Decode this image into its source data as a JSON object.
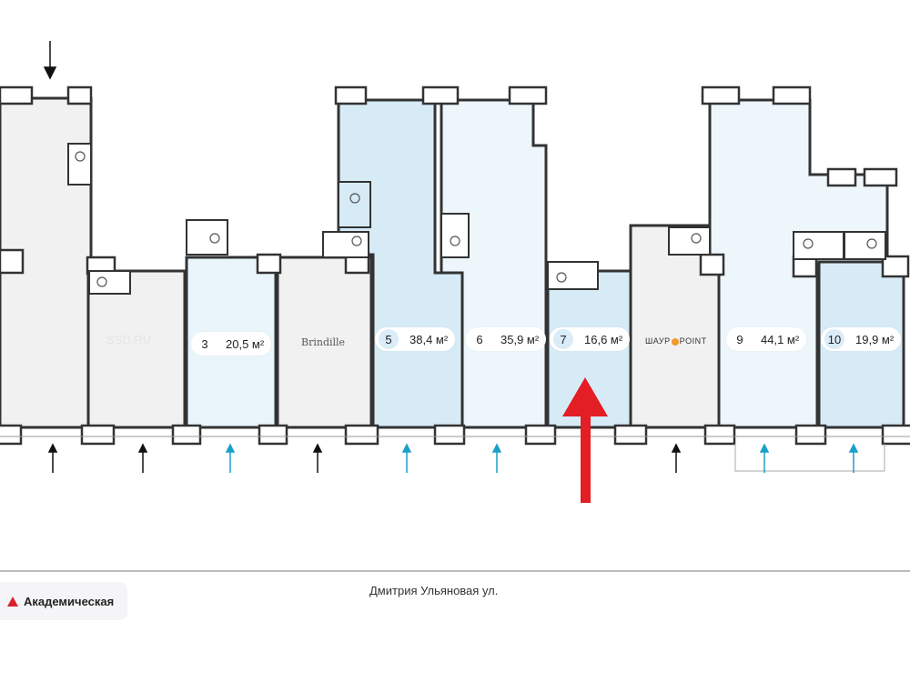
{
  "rooms": [
    {
      "number": "3",
      "area": "20,5 м²",
      "highlight": false
    },
    {
      "number": "5",
      "area": "38,4 м²",
      "highlight": true
    },
    {
      "number": "6",
      "area": "35,9 м²",
      "highlight": false
    },
    {
      "number": "7",
      "area": "16,6 м²",
      "highlight": true
    },
    {
      "number": "9",
      "area": "44,1 м²",
      "highlight": false
    },
    {
      "number": "10",
      "area": "19,9 м²",
      "highlight": true
    }
  ],
  "tenants": {
    "brindille": "Brindille",
    "shawarma_left": "ШАУР",
    "shawarma_right": "POINT"
  },
  "watermark": "SSD.RU",
  "street": "Дмитрия Ульяновая ул.",
  "metro": {
    "name": "Академическая",
    "color": "#d8232a"
  },
  "colors": {
    "gray_room": "#f1f1f1",
    "light_room": "#edf6fb",
    "blue_room": "#d6ebf6",
    "accent_arrow": "#e31e24",
    "entry_arrow_available": "#1aa0c8"
  }
}
